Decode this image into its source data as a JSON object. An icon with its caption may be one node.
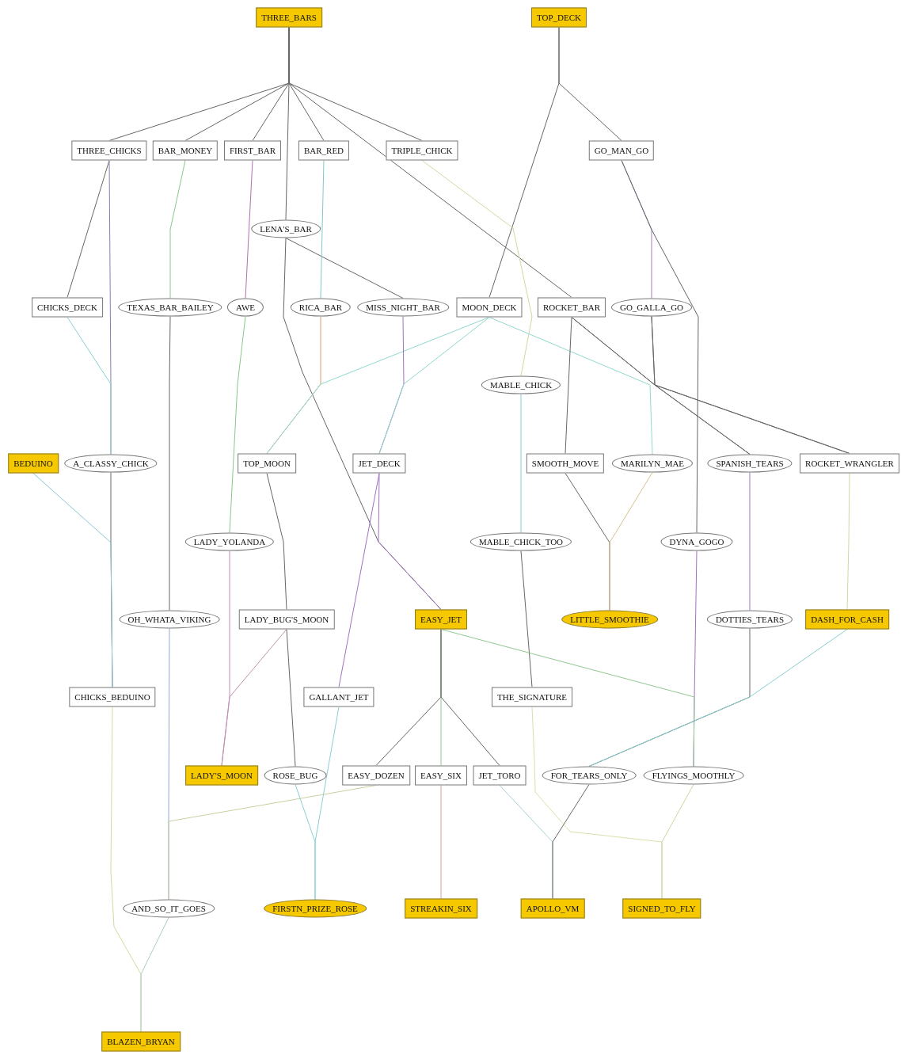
{
  "diagram": {
    "nodes": [
      {
        "text": [
          "THREE_BARS"
        ]
      },
      {
        "text": [
          "TOP_DECK"
        ]
      },
      {
        "text": [
          "THREE_CHICKS"
        ]
      },
      {
        "text": [
          "BAR_MONEY"
        ]
      },
      {
        "text": [
          "FIRST_BAR"
        ]
      },
      {
        "text": [
          "BAR_RED"
        ]
      },
      {
        "text": [
          "TRIPLE_CHICK"
        ]
      },
      {
        "text": [
          "GO_MAN_GO"
        ]
      },
      {
        "text": [
          "LENA'S_BAR"
        ]
      },
      {
        "text": [
          "CHICKS_DECK"
        ]
      },
      {
        "text": [
          "TEXAS_BAR_BAILEY"
        ]
      },
      {
        "text": [
          "AWE"
        ]
      },
      {
        "text": [
          "RICA_BAR"
        ]
      },
      {
        "text": [
          "MISS_NIGHT_BAR"
        ]
      },
      {
        "text": [
          "MOON_DECK"
        ]
      },
      {
        "text": [
          "ROCKET_BAR"
        ]
      },
      {
        "text": [
          "GO_GALLA_GO"
        ]
      },
      {
        "text": [
          "MABLE_CHICK"
        ]
      },
      {
        "text": [
          "BEDUINO"
        ]
      },
      {
        "text": [
          "A_CLASSY_CHICK"
        ]
      },
      {
        "text": [
          "TOP_MOON"
        ]
      },
      {
        "text": [
          "JET_DECK"
        ]
      },
      {
        "text": [
          "SMOOTH_MOVE"
        ]
      },
      {
        "text": [
          "MARILYN_MAE"
        ]
      },
      {
        "text": [
          "SPANISH_TEARS"
        ]
      },
      {
        "text": [
          "ROCKET_WRANGLER"
        ]
      },
      {
        "text": [
          "LADY_YOLANDA"
        ]
      },
      {
        "text": [
          "MABLE_CHICK_TOO"
        ]
      },
      {
        "text": [
          "DYNA_GOGO"
        ]
      },
      {
        "text": [
          "OH_WHATA_VIKING"
        ]
      },
      {
        "text": [
          "LADY_BUG'S_MOON"
        ]
      },
      {
        "text": [
          "EASY_JET"
        ]
      },
      {
        "text": [
          "LITTLE_SMOOTHIE"
        ]
      },
      {
        "text": [
          "DOTTIES_TEARS"
        ]
      },
      {
        "text": [
          "DASH_FOR_CASH"
        ]
      },
      {
        "text": [
          "CHICKS_BEDUINO"
        ]
      },
      {
        "text": [
          "GALLANT_JET"
        ]
      },
      {
        "text": [
          "THE_SIGNATURE"
        ]
      },
      {
        "text": [
          "LADY'S_MOON"
        ]
      },
      {
        "text": [
          "ROSE_BUG"
        ]
      },
      {
        "text": [
          "EASY_DOZEN"
        ]
      },
      {
        "text": [
          "EASY_SIX"
        ]
      },
      {
        "text": [
          "JET_TORO"
        ]
      },
      {
        "text": [
          "FOR_TEARS_ONLY"
        ]
      },
      {
        "text": [
          "FLYINGS_MOOTHLY"
        ]
      },
      {
        "text": [
          "AND_SO_IT_GOES"
        ]
      },
      {
        "text": [
          "FIRSTN_PRIZE_ROSE"
        ]
      },
      {
        "text": [
          "STREAKIN_SIX"
        ]
      },
      {
        "text": [
          "APOLLO_VM"
        ]
      },
      {
        "text": [
          "SIGNED_TO_FLY"
        ]
      },
      {
        "text": [
          "BLAZEN_BRYAN"
        ]
      }
    ],
    "edges": [
      {
        "from": 0,
        "to": 2,
        "arrow": "none"
      },
      {
        "from": 0,
        "to": 3,
        "arrow": "none"
      },
      {
        "from": 0,
        "to": 4,
        "arrow": "none"
      },
      {
        "from": 0,
        "to": 8,
        "arrow": "none"
      },
      {
        "from": 0,
        "to": 5,
        "arrow": "none"
      },
      {
        "from": 0,
        "to": 6,
        "arrow": "none"
      },
      {
        "from": 0,
        "to": 15,
        "arrow": "none"
      },
      {
        "from": 1,
        "to": 14,
        "arrow": "none"
      },
      {
        "from": 1,
        "to": 7,
        "arrow": "none"
      },
      {
        "from": 2,
        "to": 9,
        "arrow": "none"
      },
      {
        "from": 2,
        "to": 19,
        "arrow": "none",
        "color": "#8080b0"
      },
      {
        "from": 9,
        "to": 19,
        "arrow": "none",
        "color": "#88d0d0"
      },
      {
        "from": 19,
        "to": 35,
        "arrow": "none"
      },
      {
        "from": 18,
        "to": 35,
        "arrow": "none",
        "color": "#88c8d8"
      },
      {
        "from": 3,
        "to": 10,
        "arrow": "none",
        "color": "#88c888"
      },
      {
        "from": 10,
        "to": 29,
        "arrow": "none"
      },
      {
        "from": 29,
        "to": 45,
        "arrow": "none",
        "color": "#90a8d0"
      },
      {
        "from": 40,
        "to": 45,
        "arrow": "none",
        "color": "#c8d0a0"
      },
      {
        "from": 35,
        "to": 50,
        "arrow": "none",
        "color": "#d0dca0"
      },
      {
        "from": 45,
        "to": 50,
        "arrow": "none",
        "color": "#a8d0b8"
      },
      {
        "from": 4,
        "to": 11,
        "arrow": "none",
        "color": "#b070b0"
      },
      {
        "from": 11,
        "to": 26,
        "arrow": "none",
        "color": "#88c888"
      },
      {
        "from": 26,
        "to": 38,
        "arrow": "none",
        "color": "#c090b0"
      },
      {
        "from": 30,
        "to": 38,
        "arrow": "none",
        "color": "#c090b0"
      },
      {
        "from": 8,
        "to": 13,
        "arrow": "none"
      },
      {
        "from": 8,
        "to": 31,
        "arrow": "none"
      },
      {
        "from": 21,
        "to": 31,
        "arrow": "none",
        "color": "#a070c0"
      },
      {
        "from": 5,
        "to": 12,
        "arrow": "none",
        "color": "#80c8c8"
      },
      {
        "from": 12,
        "to": 20,
        "arrow": "none",
        "color": "#d0a070"
      },
      {
        "from": 14,
        "to": 20,
        "arrow": "none",
        "color": "#90d8d0"
      },
      {
        "from": 13,
        "to": 21,
        "arrow": "none",
        "color": "#a070c0"
      },
      {
        "from": 14,
        "to": 21,
        "arrow": "none",
        "color": "#90d8d0"
      },
      {
        "from": 20,
        "to": 30,
        "arrow": "none"
      },
      {
        "from": 30,
        "to": 39,
        "arrow": "none"
      },
      {
        "from": 21,
        "to": 36,
        "arrow": "none",
        "color": "#a070c0"
      },
      {
        "from": 39,
        "to": 46,
        "arrow": "none",
        "color": "#88d0d0"
      },
      {
        "from": 36,
        "to": 46,
        "arrow": "none",
        "color": "#88d0d0"
      },
      {
        "from": 6,
        "to": 17,
        "arrow": "none",
        "color": "#d0d8a0"
      },
      {
        "from": 7,
        "to": 16,
        "arrow": "none",
        "color": "#a080c0"
      },
      {
        "from": 7,
        "to": 28,
        "arrow": "none"
      },
      {
        "from": 14,
        "to": 23,
        "arrow": "none",
        "color": "#90d8d0"
      },
      {
        "from": 15,
        "to": 24,
        "arrow": "none"
      },
      {
        "from": 16,
        "to": 24,
        "arrow": "none"
      },
      {
        "from": 15,
        "to": 25,
        "arrow": "none"
      },
      {
        "from": 16,
        "to": 25,
        "arrow": "none"
      },
      {
        "from": 15,
        "to": 22,
        "arrow": "none"
      },
      {
        "from": 17,
        "to": 27,
        "arrow": "none",
        "color": "#88d0d0"
      },
      {
        "from": 27,
        "to": 37,
        "arrow": "none"
      },
      {
        "from": 22,
        "to": 32,
        "arrow": "none"
      },
      {
        "from": 23,
        "to": 32,
        "arrow": "none",
        "color": "#d8c090"
      },
      {
        "from": 24,
        "to": 33,
        "arrow": "none",
        "color": "#a070c0"
      },
      {
        "from": 25,
        "to": 34,
        "arrow": "none",
        "color": "#d0d8a0"
      },
      {
        "from": 28,
        "to": 44,
        "arrow": "none",
        "color": "#a070c0"
      },
      {
        "from": 31,
        "to": 44,
        "arrow": "none",
        "color": "#90c890"
      },
      {
        "from": 33,
        "to": 43,
        "arrow": "none"
      },
      {
        "from": 34,
        "to": 43,
        "arrow": "none",
        "color": "#88d0d0"
      },
      {
        "from": 31,
        "to": 40,
        "arrow": "none"
      },
      {
        "from": 31,
        "to": 41,
        "arrow": "none",
        "color": "#90c890"
      },
      {
        "from": 31,
        "to": 42,
        "arrow": "none"
      },
      {
        "from": 41,
        "to": 47,
        "arrow": "none",
        "color": "#d0a0a0"
      },
      {
        "from": 42,
        "to": 48,
        "arrow": "none",
        "color": "#a8d0d8"
      },
      {
        "from": 43,
        "to": 48,
        "arrow": "none"
      },
      {
        "from": 37,
        "to": 49,
        "arrow": "none",
        "color": "#d8e0a8"
      },
      {
        "from": 44,
        "to": 49,
        "arrow": "none",
        "color": "#c8d8a0"
      }
    ]
  }
}
